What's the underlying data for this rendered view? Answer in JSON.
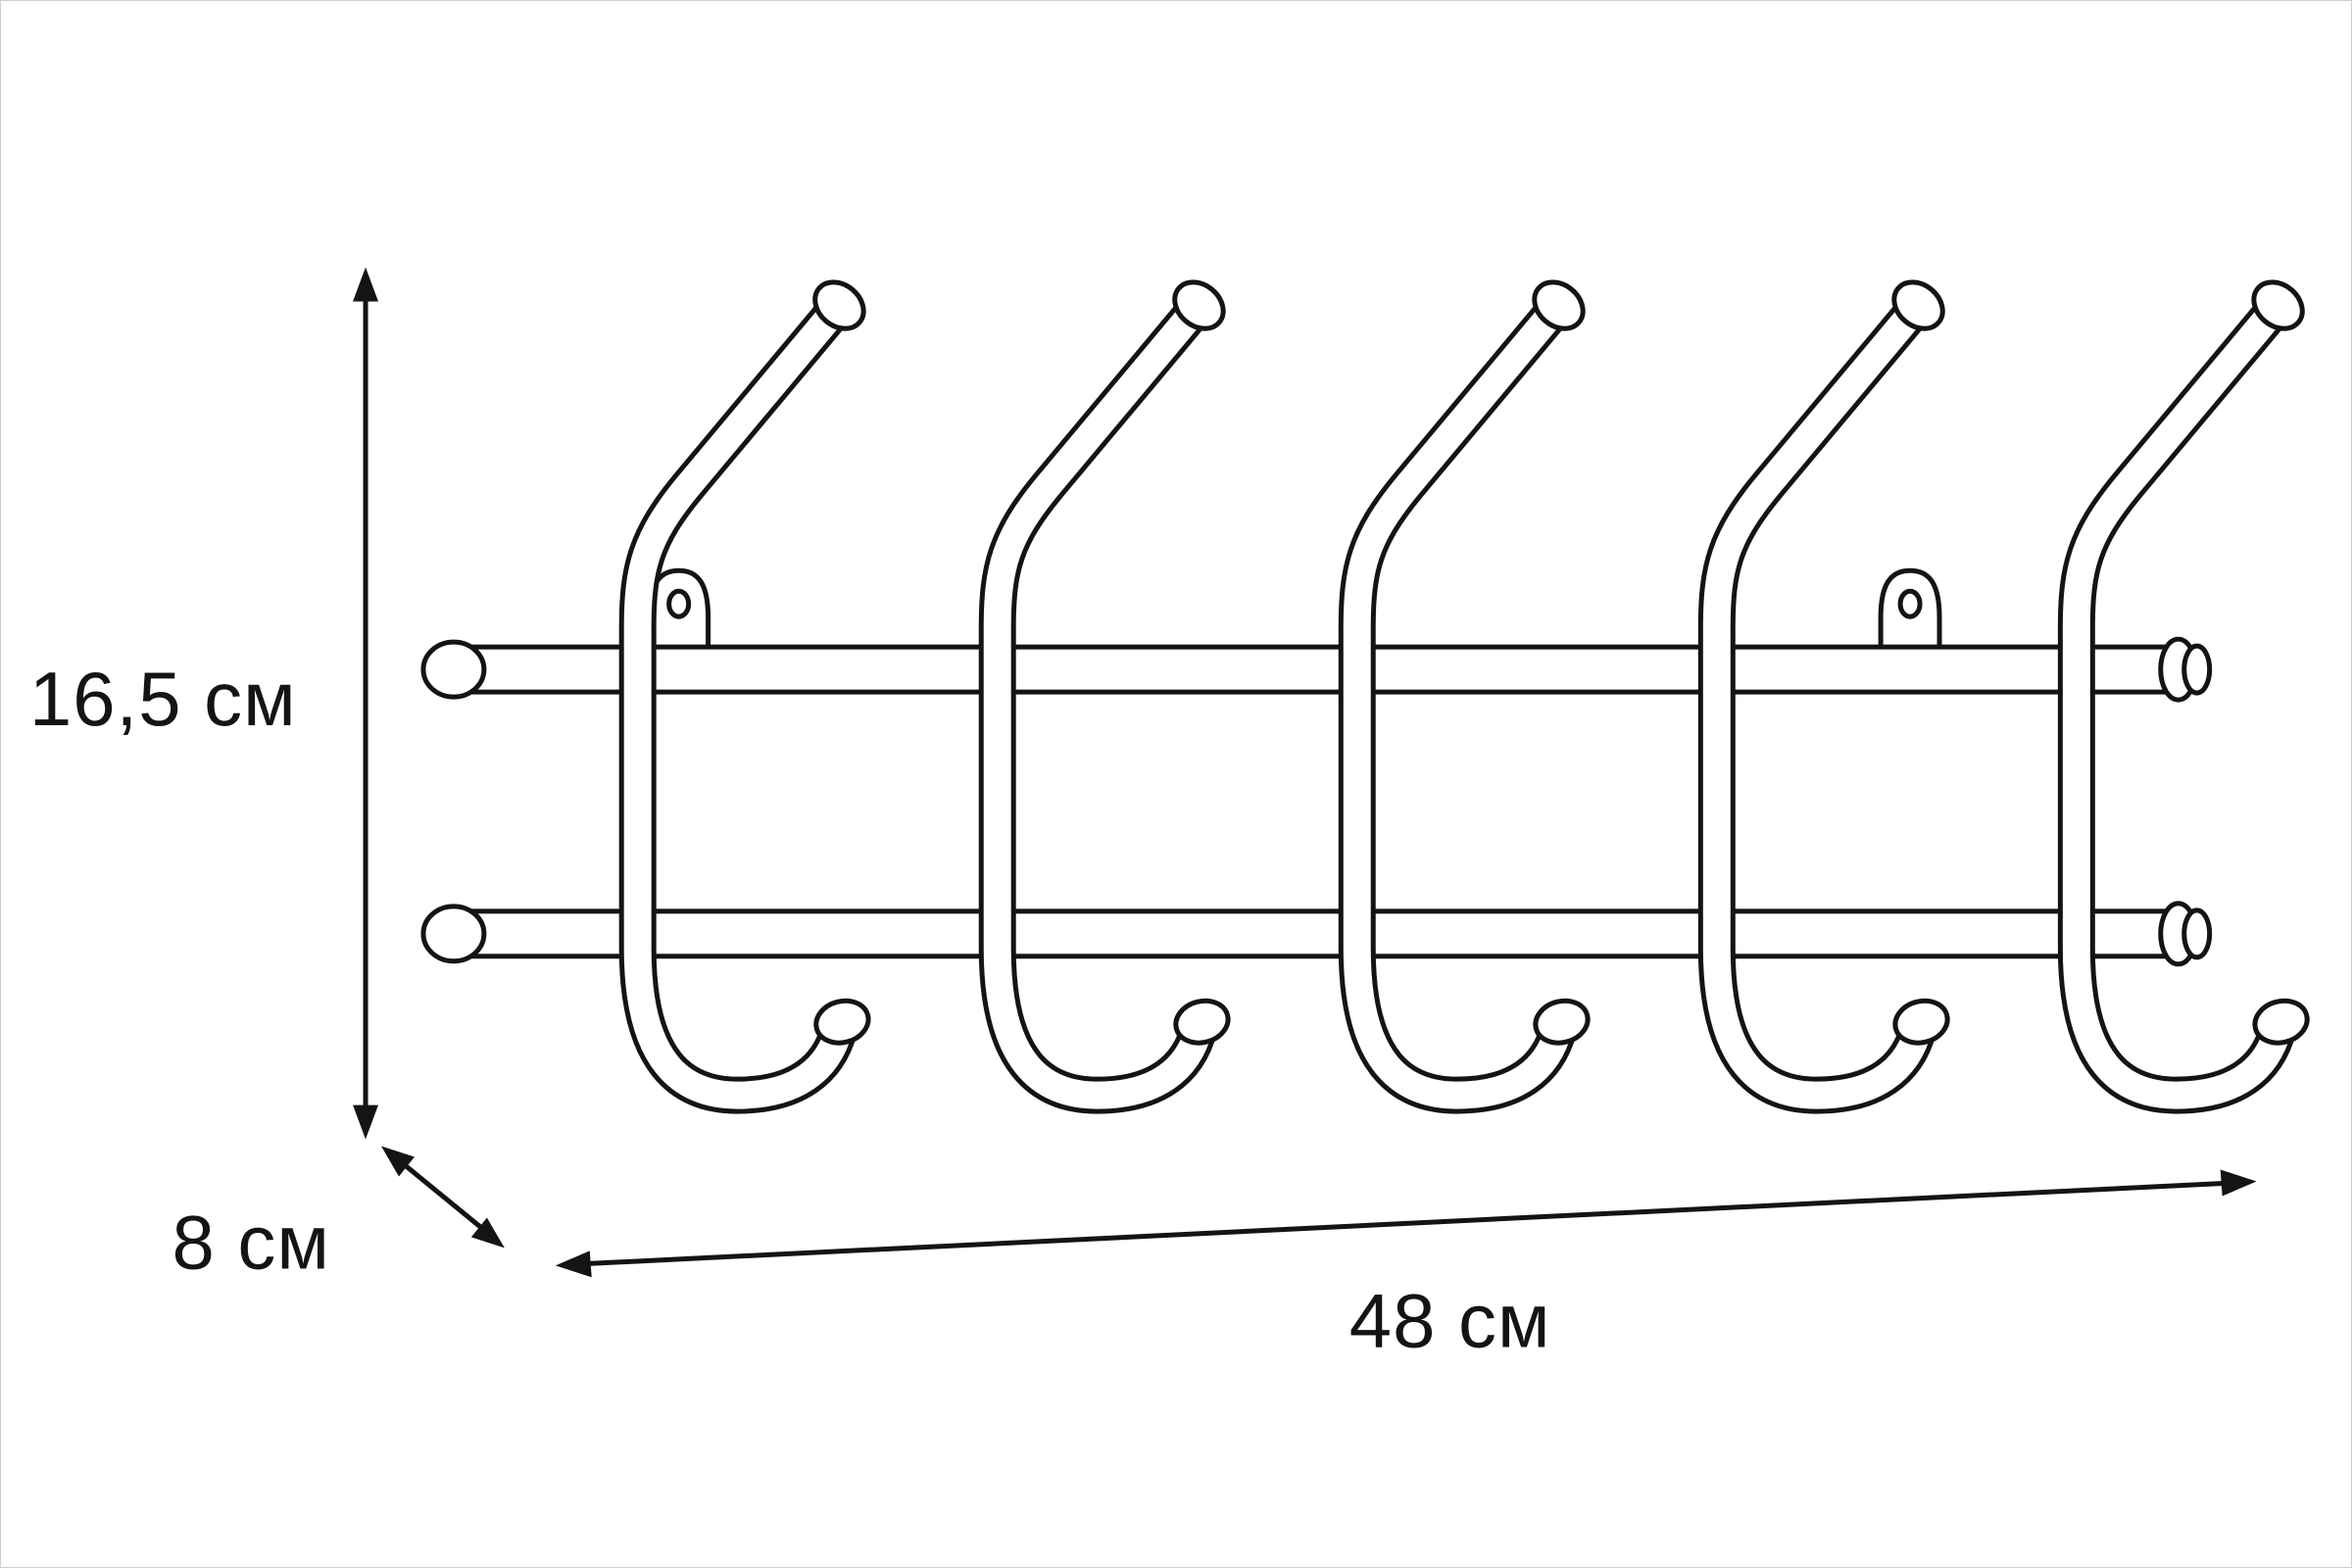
{
  "rack": {
    "type": "wall-mounted coat hook rail, line drawing",
    "hook_count": 5,
    "line_color": "#141414",
    "background_color": "#ffffff"
  },
  "dimensions": {
    "height_label": "16,5 см",
    "depth_label": "8 см",
    "width_label": "48 см"
  }
}
